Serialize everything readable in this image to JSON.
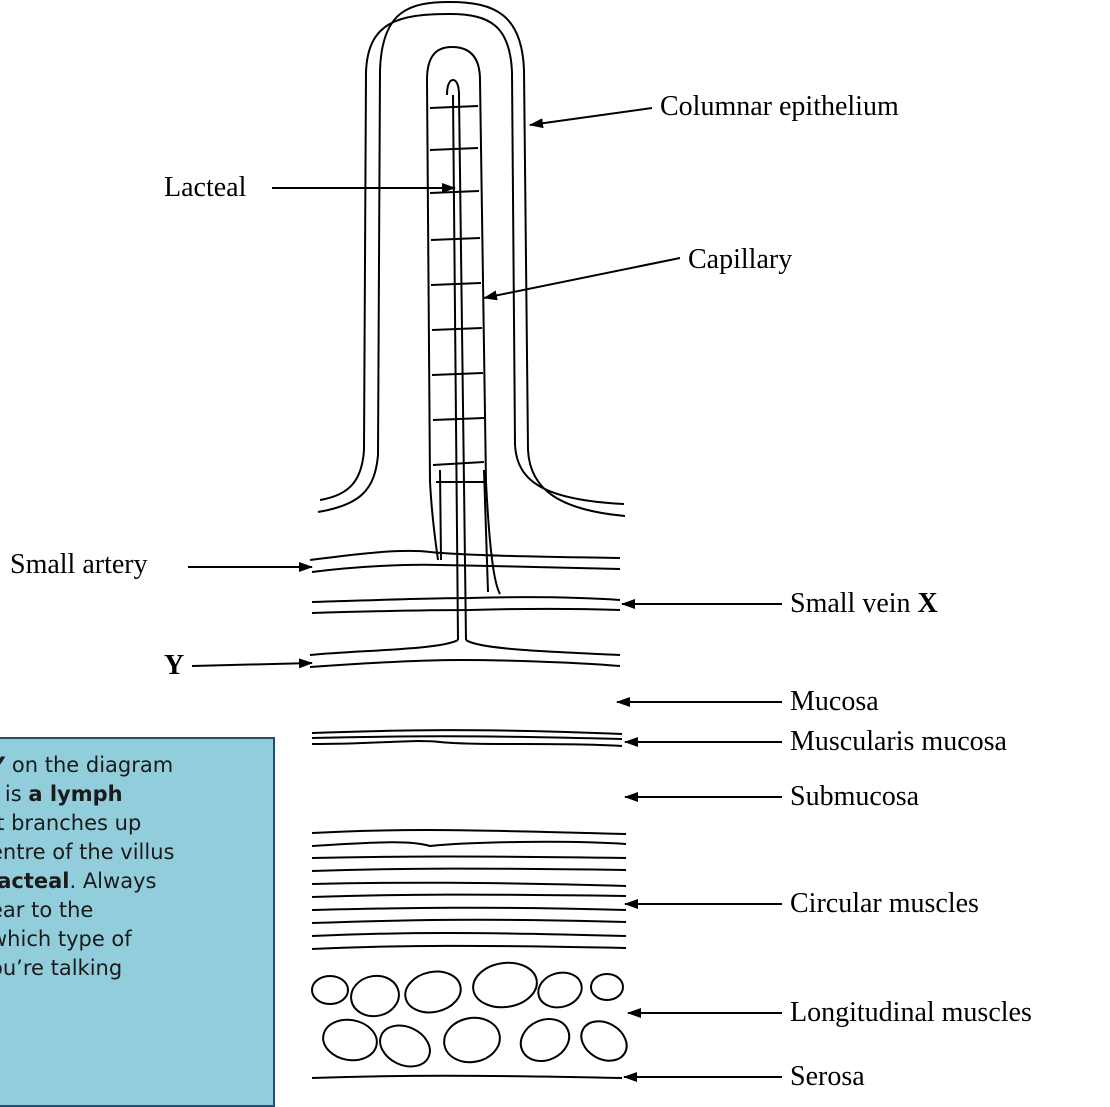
{
  "labels": {
    "columnar_epithelium": "Columnar epithelium",
    "lacteal": "Lacteal",
    "capillary": "Capillary",
    "small_artery": "Small artery",
    "small_vein": "Small vein",
    "small_vein_letter": "X",
    "y": "Y",
    "mucosa": "Mucosa",
    "muscularis_mucosa": "Muscularis mucosa",
    "submucosa": "Submucosa",
    "circular_muscles": "Circular muscles",
    "longitudinal_muscles": "Longitudinal muscles",
    "serosa": "Serosa"
  },
  "note": {
    "line1_a": "Y",
    "line1_b": " on the diagram",
    "line2_a": "t is ",
    "line2_b": "a lymph",
    "line3": "It branches up",
    "line4": "entre of the villus",
    "line5_a": "lacteal",
    "line5_b": ". Always",
    "line6": "ear to the",
    "line7": "which type of",
    "line8": "ou’re talking"
  },
  "colors": {
    "note_background": "#92cddc",
    "note_border": "#1f4e79",
    "ink": "#000000"
  }
}
